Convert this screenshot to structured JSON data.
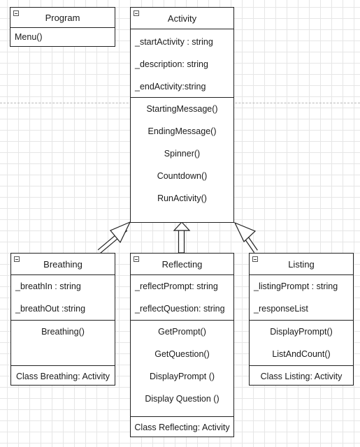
{
  "classes": {
    "program": {
      "title": "Program",
      "operations": [
        "Menu()"
      ]
    },
    "activity": {
      "title": "Activity",
      "attributes": [
        "_startActivity : string",
        "_description: string",
        "_endActivity:string"
      ],
      "operations": [
        "StartingMessage()",
        "EndingMessage()",
        "Spinner()",
        "Countdown()",
        "RunActivity()"
      ]
    },
    "breathing": {
      "title": "Breathing",
      "attributes": [
        "_breathIn : string",
        "_breathOut :string"
      ],
      "operations": [
        "Breathing()"
      ],
      "footer": "Class Breathing: Activity"
    },
    "reflecting": {
      "title": "Reflecting",
      "attributes": [
        "_reflectPrompt: string",
        "_reflectQuestion: string"
      ],
      "operations": [
        "GetPrompt()",
        "GetQuestion()",
        "DisplayPrompt ()",
        "Display Question ()"
      ],
      "footer": "Class Reflecting: Activity"
    },
    "listing": {
      "title": "Listing",
      "attributes": [
        "_listingPrompt : string",
        "_responseList"
      ],
      "operations": [
        "DisplayPrompt()",
        "ListAndCount()"
      ],
      "footer": "Class Listing: Activity"
    }
  },
  "colors": {
    "line": "#222222",
    "grid": "#e6e6e6",
    "background": "#ffffff"
  }
}
